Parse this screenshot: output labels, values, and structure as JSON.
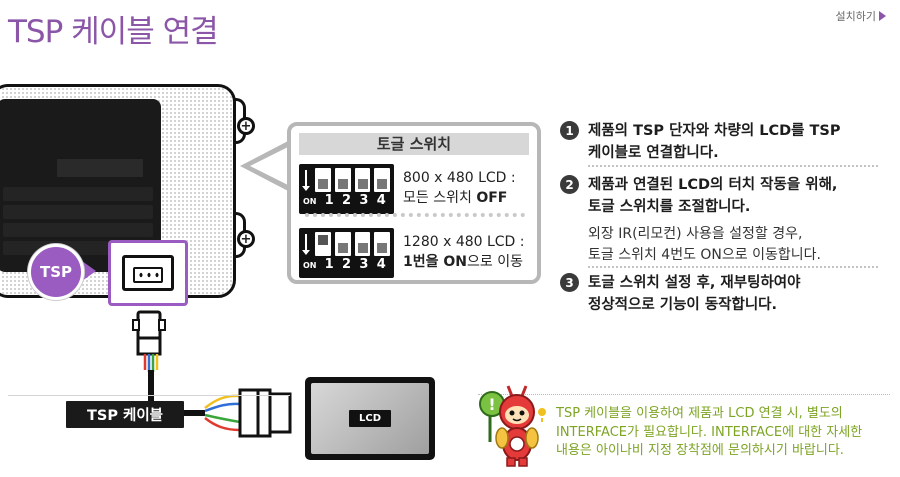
{
  "header": {
    "title": "TSP 케이블 연결",
    "breadcrumb": "설치하기"
  },
  "device": {
    "port_badge": "TSP"
  },
  "toggle_box": {
    "title": "토글 스위치",
    "dip_numbers": [
      "1",
      "2",
      "3",
      "4"
    ],
    "dip_on_label": "ON",
    "options": [
      {
        "resolution": "800 x 480 LCD :",
        "desc_prefix": "모든 스위치 ",
        "desc_bold": "OFF",
        "desc_suffix": ""
      },
      {
        "resolution": "1280 x 480 LCD :",
        "desc_prefix": "",
        "desc_bold": "1번을 ON",
        "desc_suffix": "으로 이동"
      }
    ]
  },
  "steps": [
    {
      "number": "1",
      "text_line1": "제품의 TSP 단자와 차량의 LCD를 TSP",
      "text_line2": "케이블로 연결합니다."
    },
    {
      "number": "2",
      "text_line1": "제품과 연결된 LCD의 터치 작동을 위해,",
      "text_line2": "토글 스위치를 조절합니다.",
      "note_line1": "외장 IR(리모컨) 사용을 설정할 경우,",
      "note_line2": "토글 스위치 4번도 ON으로 이동합니다."
    },
    {
      "number": "3",
      "text_line1": "토글 스위치 설정 후, 재부팅하여야",
      "text_line2": "정상적으로 기능이 동작합니다."
    }
  ],
  "cable": {
    "label": "TSP 케이블",
    "lcd_label": "LCD"
  },
  "note": {
    "line1": "TSP 케이블을 이용하여 제품과 LCD 연결 시, 별도의",
    "line2": "INTERFACE가 필요합니다. INTERFACE에 대한 자세한",
    "line3": "내용은 아이나비 지정 장착점에 문의하시기 바랍니다."
  },
  "colors": {
    "accent": "#8b55a8",
    "note_text": "#7da423",
    "wire_red": "#e03a2f",
    "wire_blue": "#2f6fd6",
    "wire_green": "#3aa53a",
    "wire_yellow": "#f0c020"
  }
}
